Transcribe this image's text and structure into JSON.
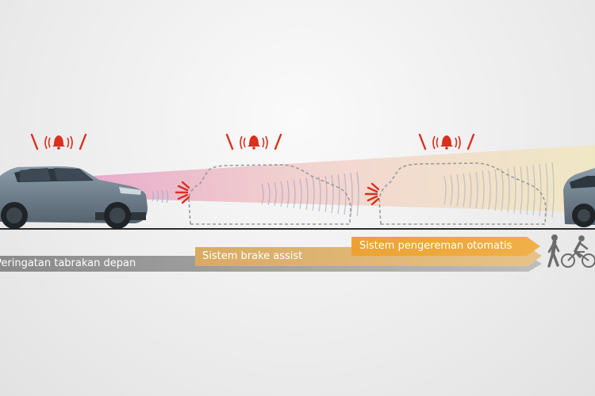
{
  "stages": [
    {
      "label": "Peringatan tabrakan depan",
      "color": "#8c8c8c"
    },
    {
      "label": "Sistem brake assist",
      "color": "#d2a253"
    },
    {
      "label": "Sistem pengereman otomatis",
      "color": "#e8a235"
    }
  ],
  "icons": {
    "alarm": "alarm-bell-icon",
    "pedestrian": "pedestrian-icon",
    "cyclist": "cyclist-icon"
  },
  "colors": {
    "warning": "#d9301f",
    "beam_start": "#e9a7c8",
    "beam_end": "#f2e2a0",
    "car_body": "#6e7f8d",
    "road": "#2a2a2a"
  }
}
